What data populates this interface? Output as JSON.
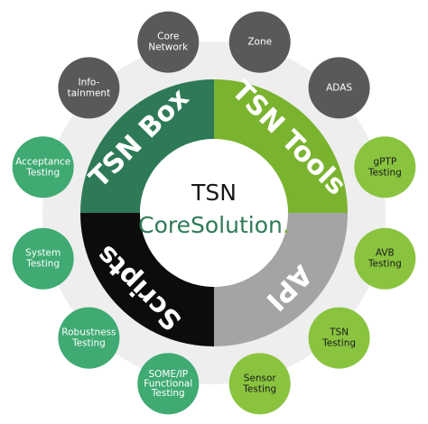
{
  "center": {
    "title": "TSN",
    "subtitle_main": "CoreSolution",
    "subtitle_dot": "."
  },
  "segments": [
    {
      "id": "tsn-box",
      "label": "TSN Box",
      "color": "#2e7a57",
      "text_color": "#ffffff"
    },
    {
      "id": "tsn-tools",
      "label": "TSN Tools",
      "color": "#7ab32e",
      "text_color": "#ffffff"
    },
    {
      "id": "api",
      "label": "API",
      "color": "#a4a4a4",
      "text_color": "#ffffff"
    },
    {
      "id": "scripts",
      "label": "Scripts",
      "color": "#0c0c0c",
      "text_color": "#ffffff"
    }
  ],
  "satellites": [
    {
      "id": "core-network",
      "lines": [
        "Core",
        "Network"
      ],
      "color": "#595959",
      "text_color": "#ffffff"
    },
    {
      "id": "zone",
      "lines": [
        "Zone"
      ],
      "color": "#595959",
      "text_color": "#ffffff"
    },
    {
      "id": "adas",
      "lines": [
        "ADAS"
      ],
      "color": "#595959",
      "text_color": "#ffffff"
    },
    {
      "id": "gptp-testing",
      "lines": [
        "gPTP",
        "Testing"
      ],
      "color": "#8ac43f",
      "text_color": "#1a1a1a"
    },
    {
      "id": "avb-testing",
      "lines": [
        "AVB",
        "Testing"
      ],
      "color": "#8ac43f",
      "text_color": "#1a1a1a"
    },
    {
      "id": "tsn-testing",
      "lines": [
        "TSN",
        "Testing"
      ],
      "color": "#8ac43f",
      "text_color": "#1a1a1a"
    },
    {
      "id": "sensor-testing",
      "lines": [
        "Sensor",
        "Testing"
      ],
      "color": "#8ac43f",
      "text_color": "#1a1a1a"
    },
    {
      "id": "someip-functional-testing",
      "lines": [
        "SOME/IP",
        "Functional",
        "Testing"
      ],
      "color": "#3faa72",
      "text_color": "#ffffff"
    },
    {
      "id": "robustness-testing",
      "lines": [
        "Robustness",
        "Testing"
      ],
      "color": "#3faa72",
      "text_color": "#ffffff"
    },
    {
      "id": "system-testing",
      "lines": [
        "System",
        "Testing"
      ],
      "color": "#3faa72",
      "text_color": "#ffffff"
    },
    {
      "id": "acceptance-testing",
      "lines": [
        "Acceptance",
        "Testing"
      ],
      "color": "#3faa72",
      "text_color": "#ffffff"
    },
    {
      "id": "infotainment",
      "lines": [
        "Info-",
        "tainment"
      ],
      "color": "#595959",
      "text_color": "#ffffff"
    }
  ],
  "colors": {
    "outer_ring": "#eeeeee",
    "center_fill": "#ffffff",
    "center_title": "#1a1a1a",
    "center_sub": "#2e7a57",
    "center_dot": "#7ab32e"
  }
}
